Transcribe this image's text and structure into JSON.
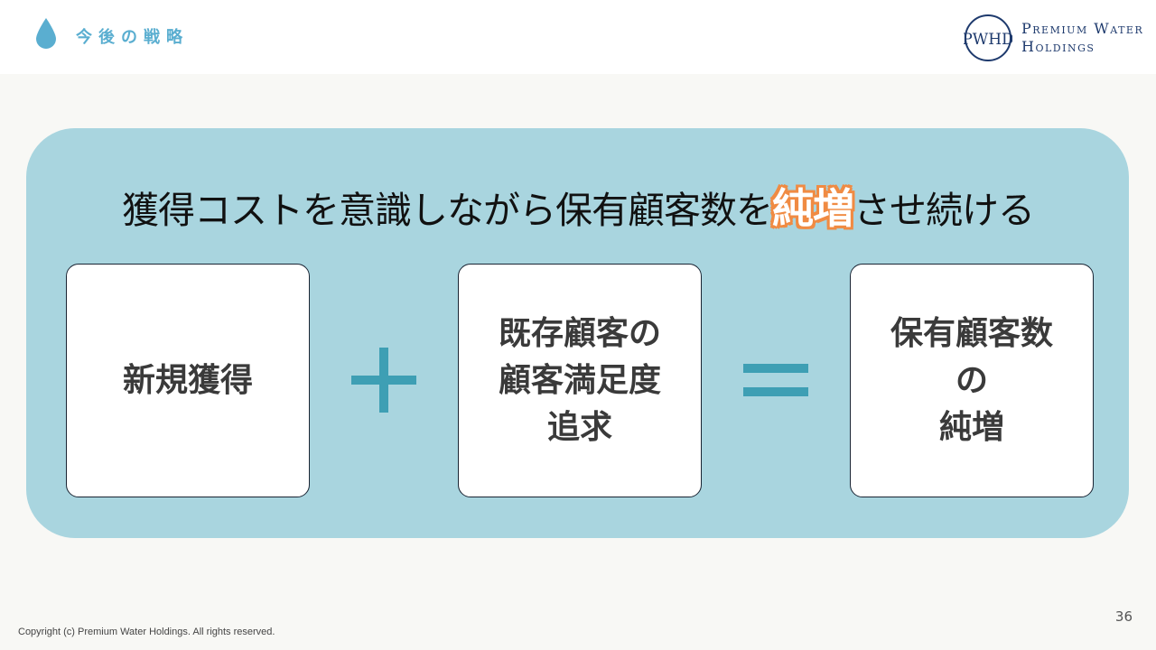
{
  "header": {
    "section_title": "今後の戦略",
    "logo": {
      "monogram": "PWHD",
      "line1": "Premium Water",
      "line2": "Holdings"
    }
  },
  "headline": {
    "before": "獲得コストを意識しながら保有顧客数を",
    "emphasis": "純増",
    "after": "させ続ける"
  },
  "equation": {
    "term1": "新規獲得",
    "operator1": "+",
    "term2": "既存顧客の\n顧客満足度\n追求",
    "operator2": "=",
    "result": "保有顧客数\nの\n純増"
  },
  "footer": {
    "page_number": "36",
    "copyright": "Copyright (c) Premium Water Holdings. All rights reserved."
  },
  "colors": {
    "accent_blue": "#5aaed0",
    "panel_bg": "#a9d5df",
    "operator": "#3e9fb4",
    "emphasis_outline": "#f08b43",
    "logo_navy": "#1e3a6d"
  },
  "icons": {
    "drop": "water-drop-icon",
    "logo": "pwh-logo-icon"
  }
}
